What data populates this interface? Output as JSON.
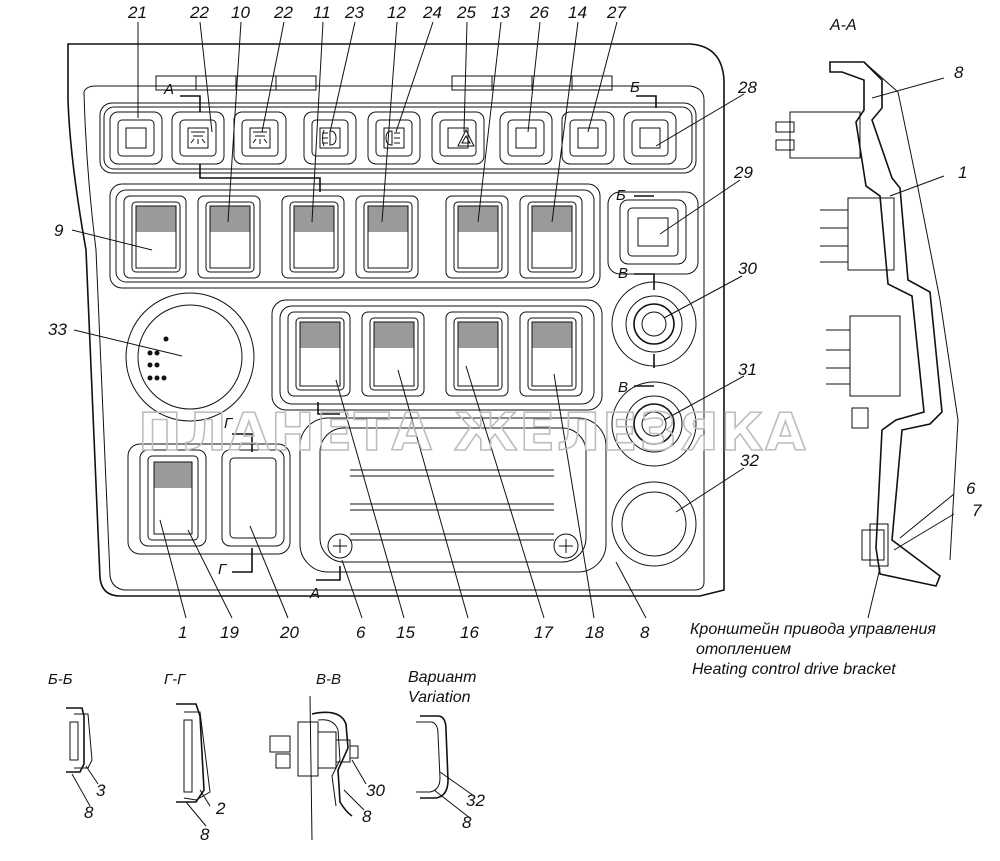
{
  "callouts_top": [
    "21",
    "22",
    "10",
    "22",
    "11",
    "23",
    "12",
    "24",
    "25",
    "13",
    "26",
    "14",
    "27"
  ],
  "callouts_bottom": [
    "1",
    "19",
    "20",
    "6",
    "15",
    "16",
    "17",
    "18",
    "8"
  ],
  "callouts_side": {
    "n28": "28",
    "n29": "29",
    "n30": "30",
    "n31": "31",
    "n32": "32",
    "n9": "9",
    "n33": "33"
  },
  "section_marks": {
    "a_top": "А",
    "a_bottom": "А",
    "b_top": "Б",
    "b_mid": "Б",
    "v_upper": "В",
    "v_lower": "В",
    "g_upper": "Г",
    "g_lower": "Г"
  },
  "view_aa": {
    "title": "А-А",
    "labels": [
      "8",
      "1",
      "6",
      "7"
    ],
    "caption_ru_1": "Кронштейн привода управления",
    "caption_ru_2": "отоплением",
    "caption_en": "Heating control drive bracket"
  },
  "detail_bb": {
    "title": "Б-Б",
    "labels": [
      "3",
      "8"
    ]
  },
  "detail_gg": {
    "title": "Г-Г",
    "labels": [
      "2",
      "8"
    ]
  },
  "detail_vv": {
    "title": "В-В",
    "labels": [
      "30",
      "8"
    ]
  },
  "detail_variant": {
    "title_ru": "Вариант",
    "title_en": "Variation",
    "labels": [
      "32",
      "8"
    ]
  },
  "watermark": "ПЛАНЕТА ЖЕЛЕЗЯКА"
}
